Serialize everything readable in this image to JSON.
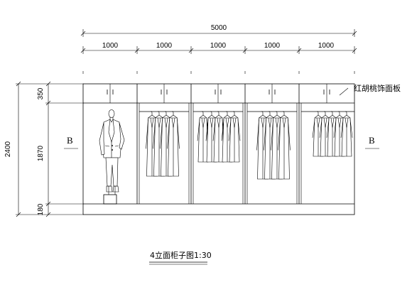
{
  "dimensions": {
    "total_width": "5000",
    "bays": [
      "1000",
      "1000",
      "1000",
      "1000",
      "1000"
    ],
    "vertical": {
      "total": "2400",
      "top_panel": "350",
      "middle": "1870",
      "base": "180"
    }
  },
  "section_marks": {
    "left": "B",
    "right": "B"
  },
  "annotation": "红胡桃饰面板",
  "title": "4立面柜子图1:30"
}
